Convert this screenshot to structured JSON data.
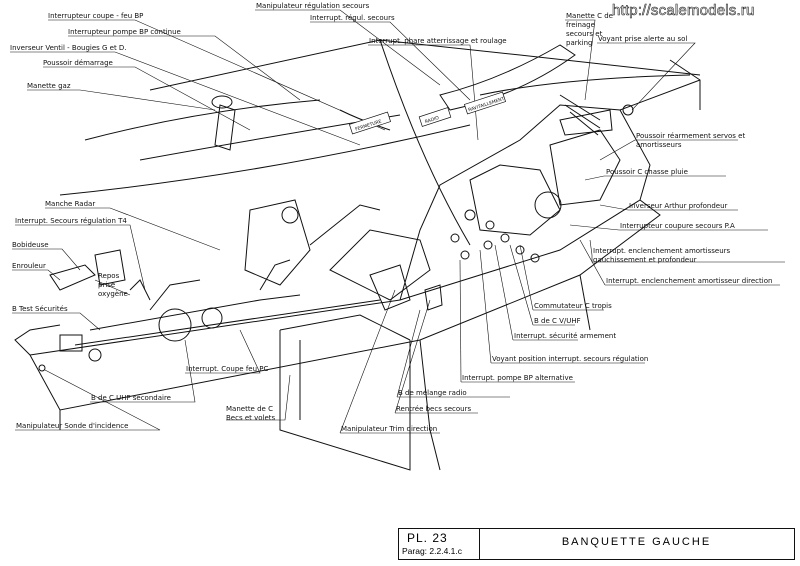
{
  "watermark": "http://scalemodels.ru",
  "title_block": {
    "plate": "PL. 23",
    "paragraph": "Parag: 2.2.4.1.c",
    "title": "BANQUETTE  GAUCHE"
  },
  "labels": {
    "manip_regul": "Manipulateur régulation secours",
    "interrupt_regul": "Interrupt. régul. secours",
    "interrupt_coupe_feu": "Interrupteur coupe - feu  BP",
    "interrupt_pompe": "Interrupteur  pompe  BP  continue",
    "inverseur_ventil": "Inverseur Ventil - Bougies G et D.",
    "poussoir_demarrage": "Poussoir  démarrage",
    "manette_gaz": "Manette  gaz",
    "interrupt_phare": "Interrupt. phare atterrissage et roulage",
    "manette_freinage": "Manette C de freinage secours et parking",
    "voyant_prise": "Voyant prise alerte  au  sol",
    "poussoir_rearm": "Poussoir  réarmement  servos et  amortisseurs",
    "poussoir_chasse": "Poussoir C chasse pluie",
    "inverseur_arthur": "Inverseur  Arthur  profondeur",
    "interrupt_coupure": "Interrupteur  coupure  secours  P.A",
    "manche_radar": "Manche  Radar",
    "interrupt_t4": "Interrupt. Secours régulation  T4",
    "bobideuse": "Bobideuse",
    "enrouleur": "Enrouleur",
    "repos_prise": "Repos prise oxygène",
    "bte_test": "B  Test  Sécurités",
    "interrupt_enclench": "Interrupt. enclenchement  amortisseurs gauchissement  et  profondeur",
    "interrupt_enclench_dir": "Interrupt. enclenchement amortisseur  direction",
    "commutateur_cde": "Commutateur  C  tropis",
    "bte_uhf": "B  de  C  V/UHF",
    "interrupt_armement": "Interrupt. sécurité  armement",
    "voyant_position": "Voyant  position interrupt. secours régulation",
    "interrupt_coupe_pc": "Interrupt. Coupe feu PC",
    "bte_uhf_sec": "B  de  C  UHF  secondaire",
    "interrupt_pompe_bp": "Interrupt. pompe  BP alternative",
    "bte_melange": "B  de  mélange  radio",
    "manette_becs": "Manette  de  C  Becs  et  volets",
    "rentree_becs": "Rentrée  becs  secours",
    "manip_sonde": "Manipulateur  Sonde  d'incidence",
    "manip_trim": "Manipulateur  Trim  direction",
    "placard_ravitaillement": "RAVITAILLEMENT",
    "placard_radio": "RADIO",
    "placard_fermeture": "FERMETURE"
  }
}
